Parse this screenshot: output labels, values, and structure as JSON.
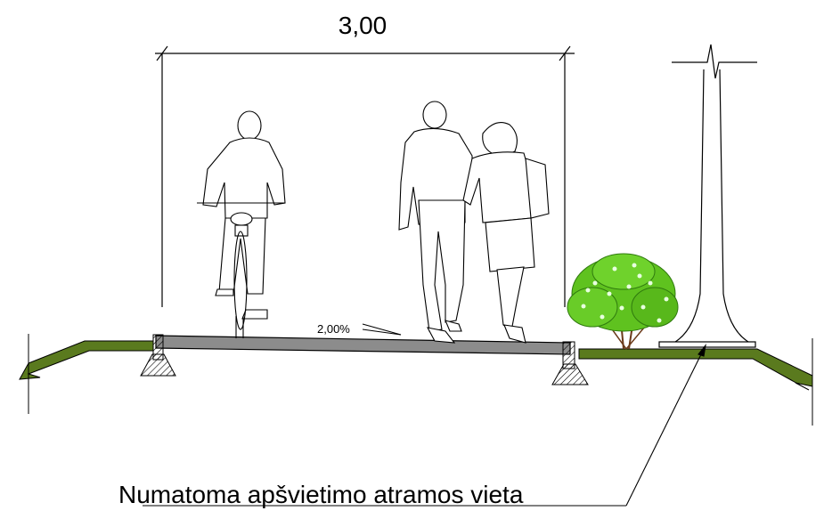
{
  "dimension": {
    "width_label": "3,00"
  },
  "slope": {
    "label": "2,00%"
  },
  "callout": {
    "label": "Numatoma apšvietimo atramos vieta"
  },
  "figures": [
    "cyclist",
    "walking-man",
    "walking-woman"
  ],
  "colors": {
    "grass": "#5a7a1e",
    "path_surface": "#8c8c8c",
    "bush_green": "#5fc21f",
    "line": "#000000"
  }
}
